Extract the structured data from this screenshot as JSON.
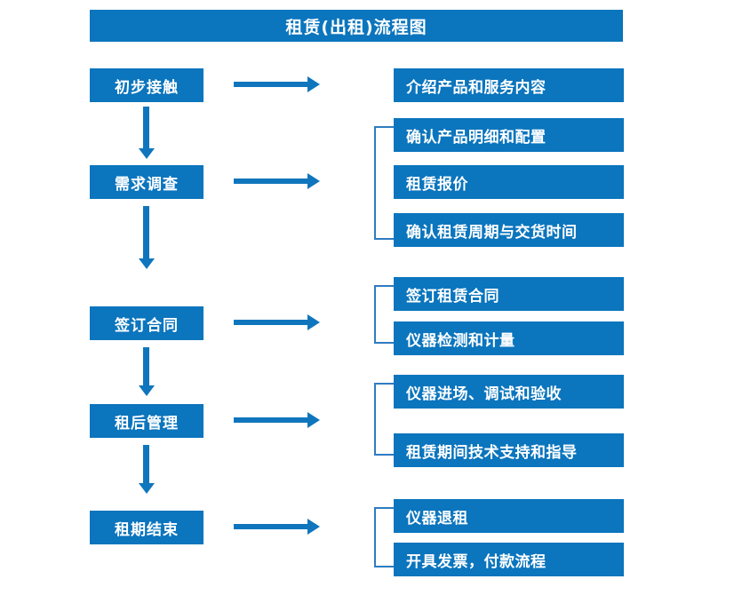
{
  "diagram": {
    "title": "租赁(出租)流程图",
    "accent_color": "#0b75bd",
    "arrow_color": "#0f76bd",
    "bracket_color": "#2e7cc0",
    "text_color": "#ffffff",
    "background_color": "#ffffff"
  },
  "stages": [
    {
      "label": "初步接触",
      "details": [
        "介绍产品和服务内容"
      ]
    },
    {
      "label": "需求调查",
      "details": [
        "确认产品明细和配置",
        "租赁报价",
        "确认租赁周期与交货时间"
      ]
    },
    {
      "label": "签订合同",
      "details": [
        "签订租赁合同",
        "仪器检测和计量"
      ]
    },
    {
      "label": "租后管理",
      "details": [
        "仪器进场、调试和验收",
        "租赁期间技术支持和指导"
      ]
    },
    {
      "label": "租期结束",
      "details": [
        "仪器退租",
        "开具发票，付款流程"
      ]
    }
  ]
}
